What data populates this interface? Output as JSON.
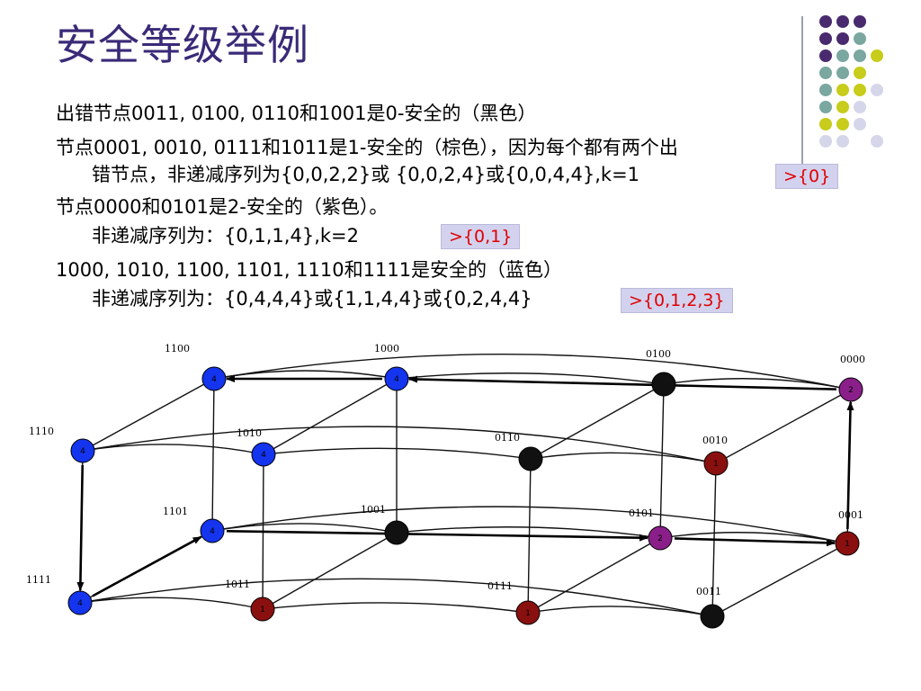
{
  "title": "安全等级举例",
  "colors": {
    "title": "#3a2a78",
    "badge_bg": "#d2d2ee",
    "badge_text": "#e00000",
    "blue": "#1434ee",
    "black": "#111111",
    "darkred": "#8a1010",
    "purple": "#8a1f8a"
  },
  "text": {
    "line1": "出错节点0011, 0100, 0110和1001是0-安全的（黑色）",
    "line2a": "节点0001, 0010, 0111和1011是1-安全的（棕色），因为每个都有两个出",
    "line2b": "错节点，非递减序列为{0,0,2,2}或 {0,0,2,4}或{0,0,4,4},k=1",
    "line3a": "节点0000和0101是2-安全的（紫色）。",
    "line3b": "非递减序列为：{0,1,1,4},k=2",
    "line4a": "1000, 1010, 1100, 1101, 1110和1111是安全的（蓝色）",
    "line4b": "非递减序列为：{0,4,4,4}或{1,1,4,4}或{0,2,4,4}"
  },
  "badges": {
    "b1": ">{0}",
    "b2": ">{0,1}",
    "b3": ">{0,1,2,3}"
  },
  "nodes": [
    {
      "id": "1100",
      "label": "1100",
      "value": "4",
      "color": "blue"
    },
    {
      "id": "1000",
      "label": "1000",
      "value": "4",
      "color": "blue"
    },
    {
      "id": "0100",
      "label": "0100",
      "value": "",
      "color": "black"
    },
    {
      "id": "0000",
      "label": "0000",
      "value": "2",
      "color": "purple"
    },
    {
      "id": "1110",
      "label": "1110",
      "value": "4",
      "color": "blue"
    },
    {
      "id": "1010",
      "label": "1010",
      "value": "4",
      "color": "blue"
    },
    {
      "id": "0110",
      "label": "0110",
      "value": "",
      "color": "black"
    },
    {
      "id": "0010",
      "label": "0010",
      "value": "1",
      "color": "darkred"
    },
    {
      "id": "1101",
      "label": "1101",
      "value": "4",
      "color": "blue"
    },
    {
      "id": "1001",
      "label": "1001",
      "value": "",
      "color": "black"
    },
    {
      "id": "0101",
      "label": "0101",
      "value": "2",
      "color": "purple"
    },
    {
      "id": "0001",
      "label": "0001",
      "value": "1",
      "color": "darkred"
    },
    {
      "id": "1111",
      "label": "1111",
      "value": "4",
      "color": "blue"
    },
    {
      "id": "1011",
      "label": "1011",
      "value": "1",
      "color": "darkred"
    },
    {
      "id": "0111",
      "label": "0111",
      "value": "1",
      "color": "darkred"
    },
    {
      "id": "0011",
      "label": "0011",
      "value": "",
      "color": "black"
    }
  ],
  "edges": [
    [
      "1100",
      "1000"
    ],
    [
      "1000",
      "0100"
    ],
    [
      "0100",
      "0000"
    ],
    [
      "1100",
      "1110"
    ],
    [
      "1000",
      "1010"
    ],
    [
      "0100",
      "0110"
    ],
    [
      "0000",
      "0010"
    ],
    [
      "1110",
      "1010"
    ],
    [
      "1010",
      "0110"
    ],
    [
      "0110",
      "0010"
    ],
    [
      "1100",
      "1101"
    ],
    [
      "1000",
      "1001"
    ],
    [
      "0100",
      "0101"
    ],
    [
      "0000",
      "0001"
    ],
    [
      "1110",
      "1111"
    ],
    [
      "1010",
      "1011"
    ],
    [
      "0110",
      "0111"
    ],
    [
      "0010",
      "0011"
    ],
    [
      "1101",
      "1001"
    ],
    [
      "1001",
      "0101"
    ],
    [
      "0101",
      "0001"
    ],
    [
      "1101",
      "1111"
    ],
    [
      "1001",
      "1011"
    ],
    [
      "0101",
      "0111"
    ],
    [
      "0001",
      "0011"
    ],
    [
      "1111",
      "1011"
    ],
    [
      "1011",
      "0111"
    ],
    [
      "0111",
      "0011"
    ],
    [
      "1100",
      "0000"
    ],
    [
      "1110",
      "0010"
    ],
    [
      "1101",
      "0001"
    ],
    [
      "1111",
      "0011"
    ]
  ],
  "arrows": [
    [
      "1000",
      "1100"
    ],
    [
      "0000",
      "1000"
    ],
    [
      "0001",
      "0000"
    ],
    [
      "1110",
      "1111"
    ],
    [
      "1111",
      "1101"
    ],
    [
      "1101",
      "0101"
    ],
    [
      "0101",
      "0001"
    ]
  ]
}
